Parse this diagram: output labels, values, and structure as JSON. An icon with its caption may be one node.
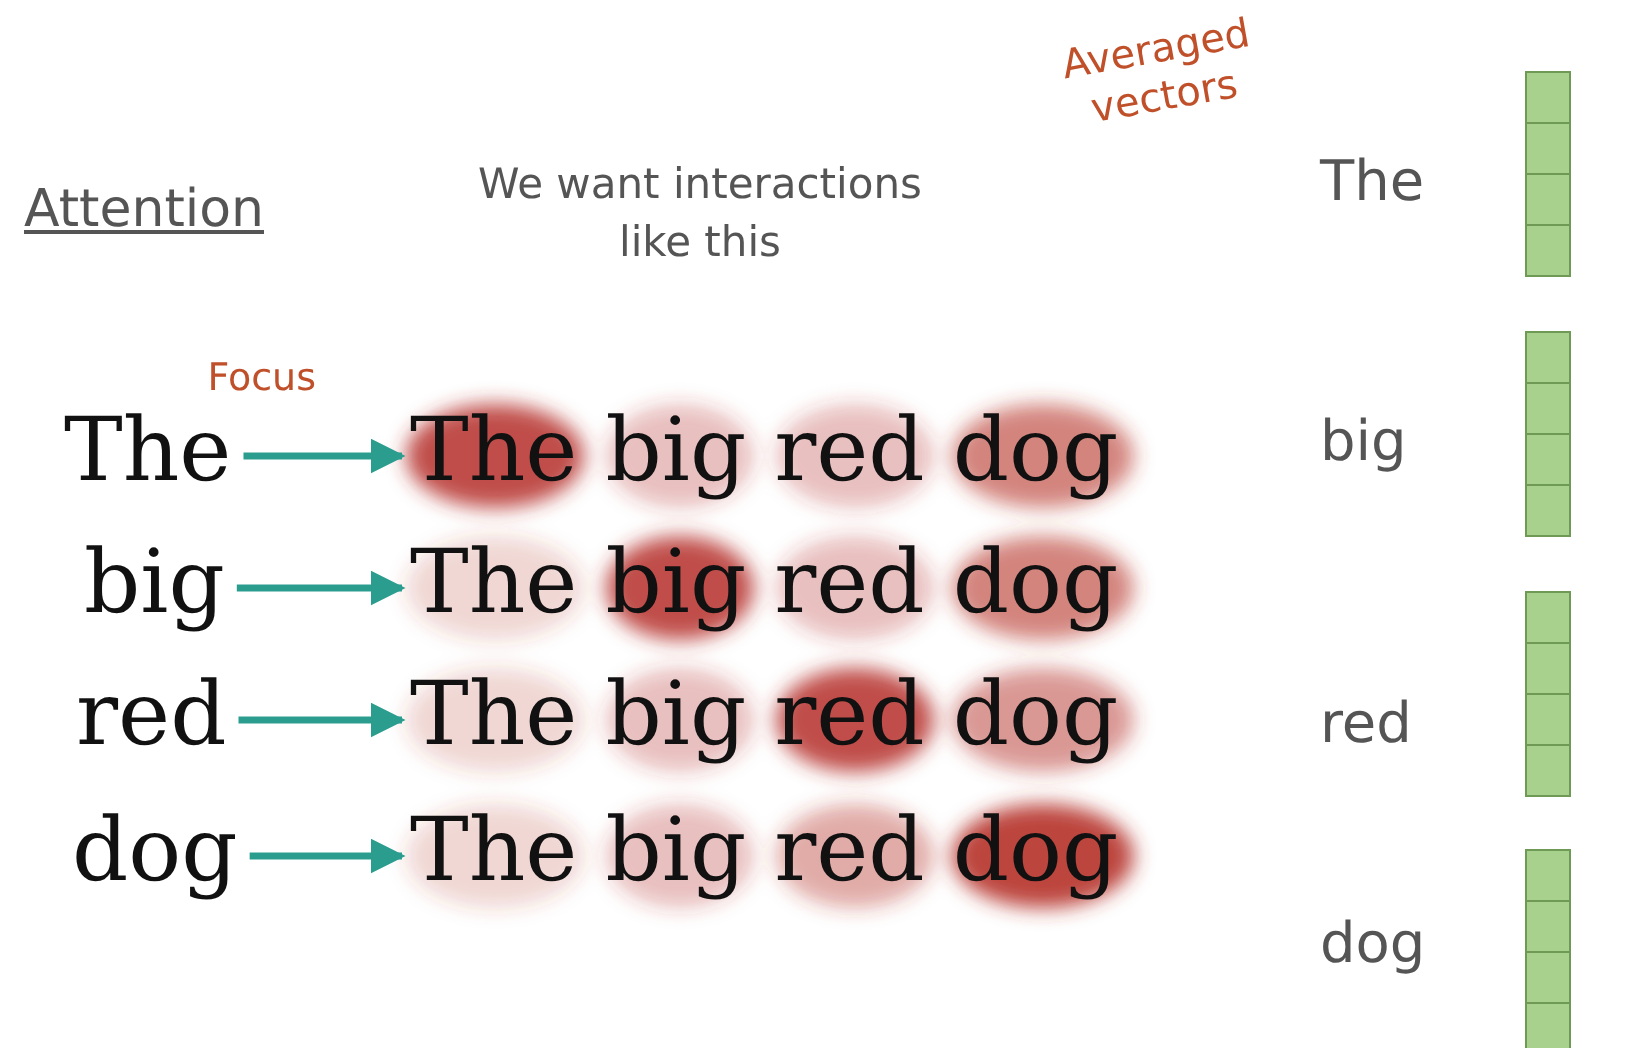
{
  "diagram": {
    "title": "Attention",
    "nodes": [
      {
        "text": [
          "The"
        ]
      },
      {
        "text": [
          "big"
        ]
      },
      {
        "text": [
          "red"
        ]
      },
      {
        "text": [
          "dog"
        ]
      },
      {
        "text": [
          "The big red dog"
        ]
      },
      {
        "text": [
          "The big red dog"
        ]
      },
      {
        "text": [
          "The big red dog"
        ]
      },
      {
        "text": [
          "The big red dog"
        ]
      },
      {
        "text": [],
        "shape": "bar",
        "beside": [
          "The"
        ]
      },
      {
        "text": [],
        "shape": "bar",
        "beside": [
          "big"
        ]
      },
      {
        "text": [],
        "shape": "bar",
        "beside": [
          "red"
        ]
      },
      {
        "text": [],
        "shape": "bar",
        "beside": [
          "dog"
        ]
      }
    ],
    "edges": [
      {
        "from": 0,
        "to": 4,
        "arrow": "to",
        "label": "Focus"
      },
      {
        "from": 1,
        "to": 5,
        "arrow": "to"
      },
      {
        "from": 2,
        "to": 6,
        "arrow": "to"
      },
      {
        "from": 3,
        "to": 7,
        "arrow": "to"
      }
    ],
    "labels": [
      "We want interactions like this",
      "Averaged vectors"
    ]
  }
}
